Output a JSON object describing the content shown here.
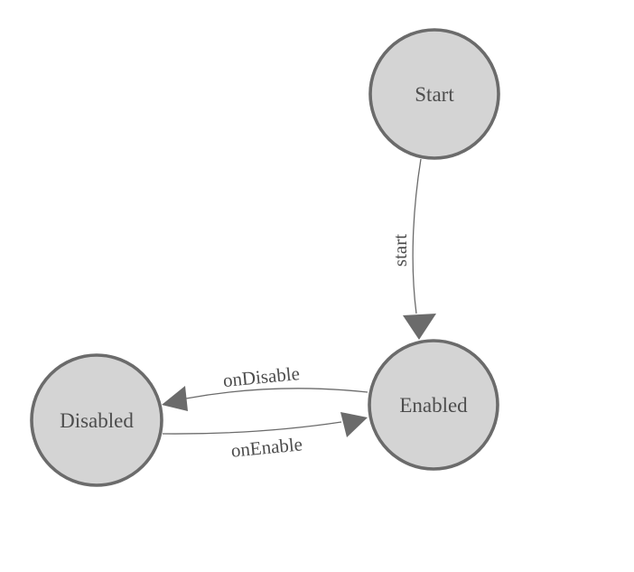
{
  "diagram": {
    "type": "state-machine",
    "background_color": "#ffffff",
    "node_fill_color": "#d4d4d4",
    "node_stroke_color": "#6b6b6b",
    "edge_color": "#6b6b6b",
    "text_color": "#4d4d4d",
    "nodes": [
      {
        "id": "start",
        "label": "Start"
      },
      {
        "id": "enabled",
        "label": "Enabled"
      },
      {
        "id": "disabled",
        "label": "Disabled"
      }
    ],
    "edges": [
      {
        "from": "Start",
        "to": "Enabled",
        "label": "start"
      },
      {
        "from": "Enabled",
        "to": "Disabled",
        "label": "onDisable"
      },
      {
        "from": "Disabled",
        "to": "Enabled",
        "label": "onEnable"
      }
    ]
  }
}
